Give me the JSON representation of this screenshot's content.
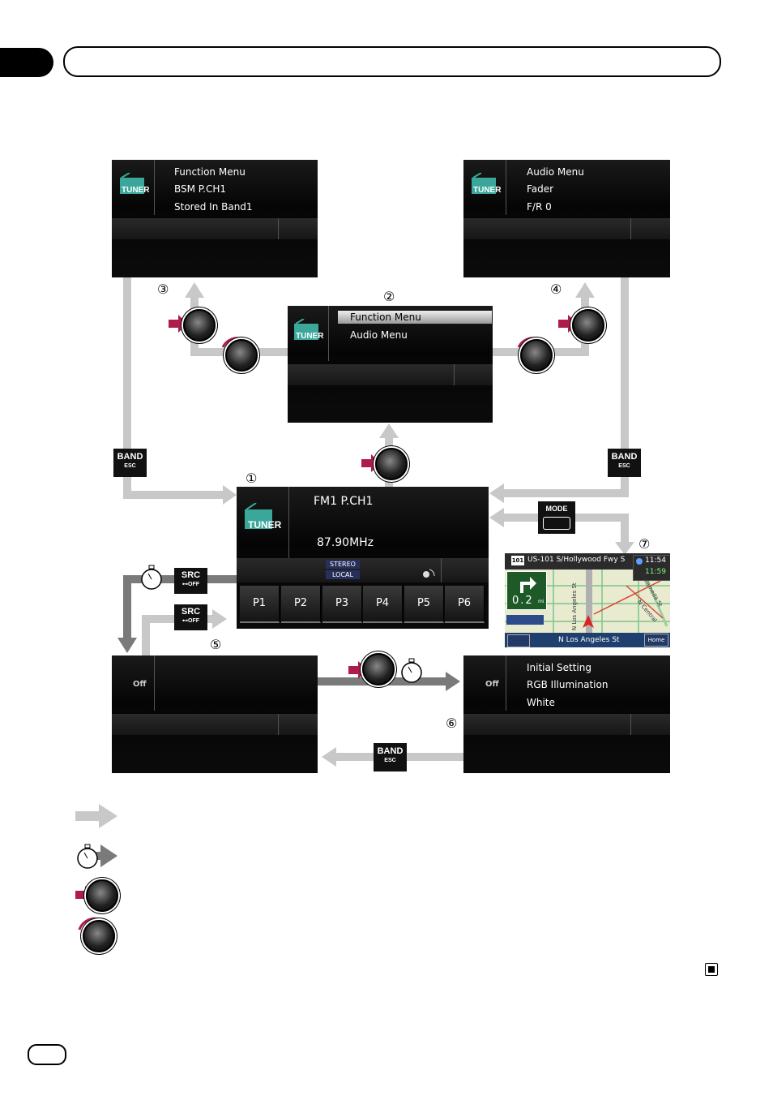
{
  "screens": {
    "function": {
      "lines": [
        "Function Menu",
        "BSM P.CH1",
        "Stored In Band1"
      ],
      "icon_label": "TUNER"
    },
    "audio": {
      "lines": [
        "Audio Menu",
        "Fader",
        "F/R 0"
      ],
      "icon_label": "TUNER"
    },
    "menu": {
      "items": [
        "Function Menu",
        "Audio Menu"
      ],
      "icon_label": "TUNER"
    },
    "main": {
      "channel": "FM1 P.CH1",
      "frequency": "87.90MHz",
      "icon_label": "TUNER",
      "stereo": "STEREO",
      "local": "LOCAL",
      "presets": [
        "P1",
        "P2",
        "P3",
        "P4",
        "P5",
        "P6"
      ]
    },
    "off_left": {
      "label": "Off"
    },
    "off_right": {
      "label": "Off",
      "lines": [
        "Initial Setting",
        "RGB Illumination",
        "White"
      ]
    }
  },
  "buttons": {
    "band": {
      "top": "BAND",
      "bottom": "ESC"
    },
    "src": {
      "top": "SRC",
      "bottom": "⊷OFF"
    },
    "mode": {
      "label": "MODE"
    }
  },
  "numbers": {
    "n1": "①",
    "n2": "②",
    "n3": "③",
    "n4": "④",
    "n5": "⑤",
    "n6": "⑥",
    "n7": "⑦"
  },
  "nav": {
    "road": "US-101 S/Hollywood Fwy S",
    "route_badge": "101",
    "time1": "11:54",
    "time2": "11:59",
    "distance": "0.2",
    "unit": "mi",
    "street": "N Los Angeles St",
    "home": "Home",
    "map_labels": [
      "N Los Angeles St",
      "N Alameda St",
      "N Central"
    ]
  },
  "colors": {
    "accent": "#b01c4a",
    "arrow_gray": "#c8c8c8",
    "arrow_dark": "#777777"
  }
}
